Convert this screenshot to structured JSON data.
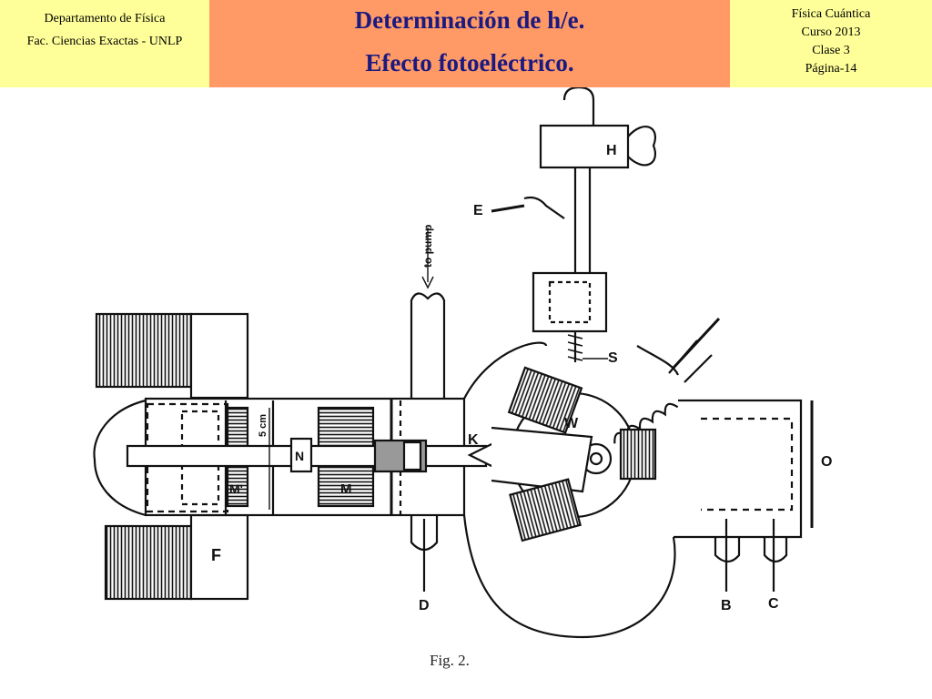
{
  "header": {
    "left_line1": "Departamento de Física",
    "left_line2": "Fac. Ciencias Exactas - UNLP",
    "title_line1": "Determinación de h/e.",
    "title_line2": "Efecto fotoeléctrico.",
    "right_line1": "Física Cuántica",
    "right_line2": "Curso 2013",
    "right_line3": "Clase 3",
    "right_line4": "Página-14"
  },
  "figure": {
    "caption": "Fig.  2.",
    "labels": {
      "H": "H",
      "E": "E",
      "S": "S",
      "K": "K",
      "W": "W",
      "N": "N",
      "M": "M",
      "M_prime": "M'",
      "O": "O",
      "F": "F",
      "D": "D",
      "B": "B",
      "C": "C",
      "pump": "to pump",
      "scale": "5 cm"
    }
  }
}
